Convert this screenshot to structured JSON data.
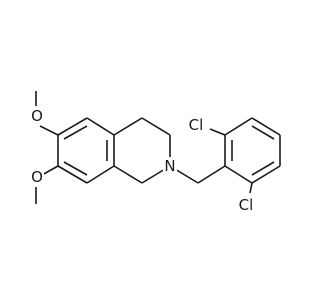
{
  "molecule": {
    "atoms": {
      "o_upper": "O",
      "o_lower": "O",
      "n_ring": "N",
      "cl_upper": "Cl",
      "cl_lower": "Cl"
    }
  }
}
